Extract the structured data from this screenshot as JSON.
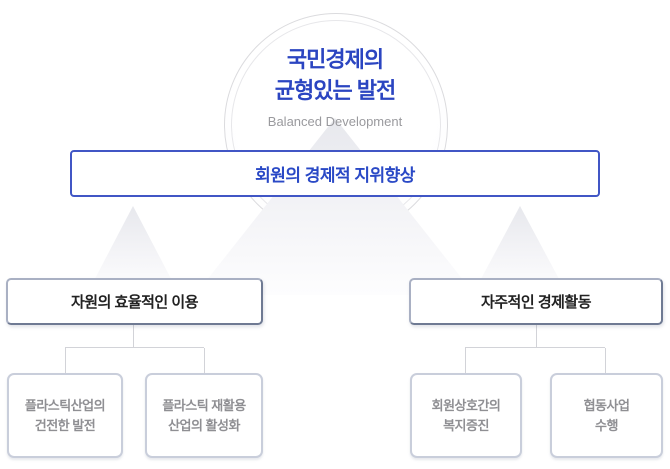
{
  "vision": {
    "line1": "국민경제의",
    "line2": "균형있는 발전",
    "subtitle": "Balanced Development"
  },
  "goal": {
    "label": "회원의 경제적 지위향상"
  },
  "strategies": [
    {
      "label": "자원의 효율적인 이용",
      "children": [
        {
          "lines": [
            "플라스틱산업의",
            "건전한 발전"
          ]
        },
        {
          "lines": [
            "플라스틱 재활용",
            "산업의 활성화"
          ]
        }
      ]
    },
    {
      "label": "자주적인 경제활동",
      "children": [
        {
          "lines": [
            "회원상호간의",
            "복지증진"
          ]
        },
        {
          "lines": [
            "협동사업",
            "수행"
          ]
        }
      ]
    }
  ],
  "colors": {
    "title_blue": "#2b45c1",
    "goal_border_blue": "#4156c5",
    "goal_text_blue": "#2a49c6",
    "strategy_border": "#6f7a93",
    "strategy_text": "#222222",
    "leaf_border": "#c9cedb",
    "leaf_text": "#8f8f93",
    "connector_gray": "#d2d3d8",
    "subtitle_gray": "#9a9a9e"
  }
}
